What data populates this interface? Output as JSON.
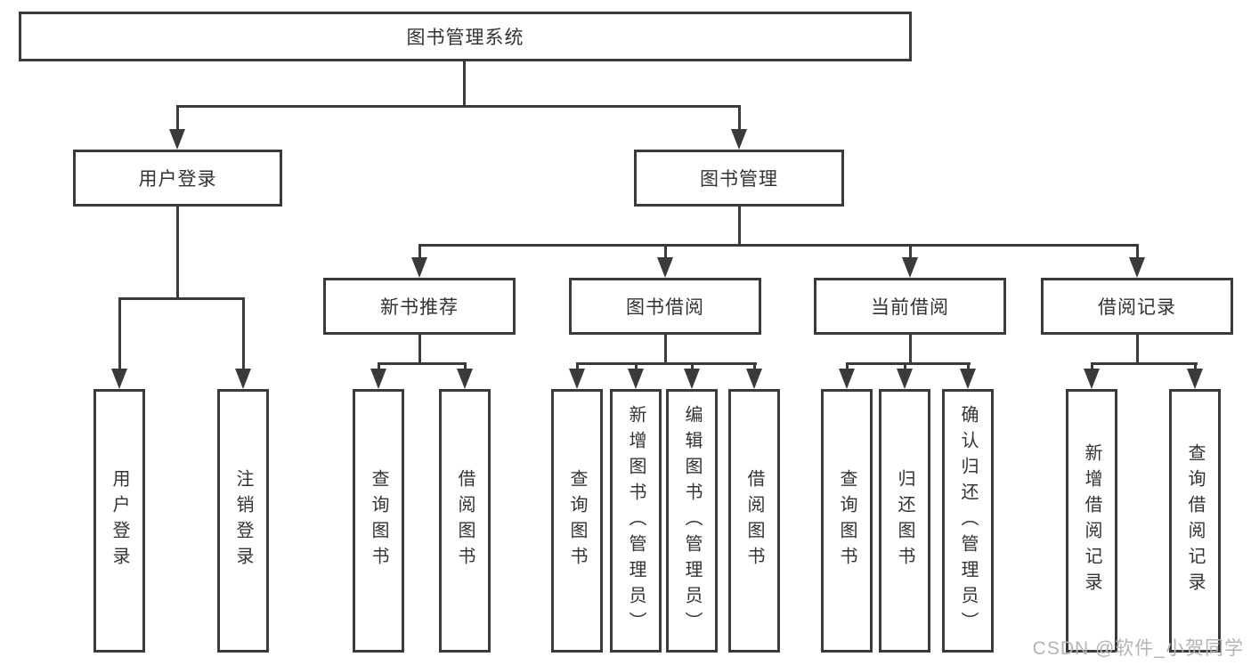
{
  "diagram": {
    "root": {
      "label": "图书管理系统"
    },
    "branches": [
      {
        "label": "用户登录",
        "children": [
          {
            "label": "用户登录"
          },
          {
            "label": "注销登录"
          }
        ]
      },
      {
        "label": "图书管理",
        "groups": [
          {
            "label": "新书推荐",
            "children": [
              {
                "label": "查询图书"
              },
              {
                "label": "借阅图书"
              }
            ]
          },
          {
            "label": "图书借阅",
            "children": [
              {
                "label": "查询图书"
              },
              {
                "label": "新增图书（管理员）"
              },
              {
                "label": "编辑图书（管理员）"
              },
              {
                "label": "借阅图书"
              }
            ]
          },
          {
            "label": "当前借阅",
            "children": [
              {
                "label": "查询图书"
              },
              {
                "label": "归还图书"
              },
              {
                "label": "确认归还（管理员）"
              }
            ]
          },
          {
            "label": "借阅记录",
            "children": [
              {
                "label": "新增借阅记录"
              },
              {
                "label": "查询借阅记录"
              }
            ]
          }
        ]
      }
    ]
  },
  "watermark": {
    "text": "CSDN @软件_小贺同学"
  },
  "colors": {
    "line": "#3a3a3a",
    "text": "#333333",
    "background": "#ffffff",
    "watermark": "#b4b4b4"
  }
}
